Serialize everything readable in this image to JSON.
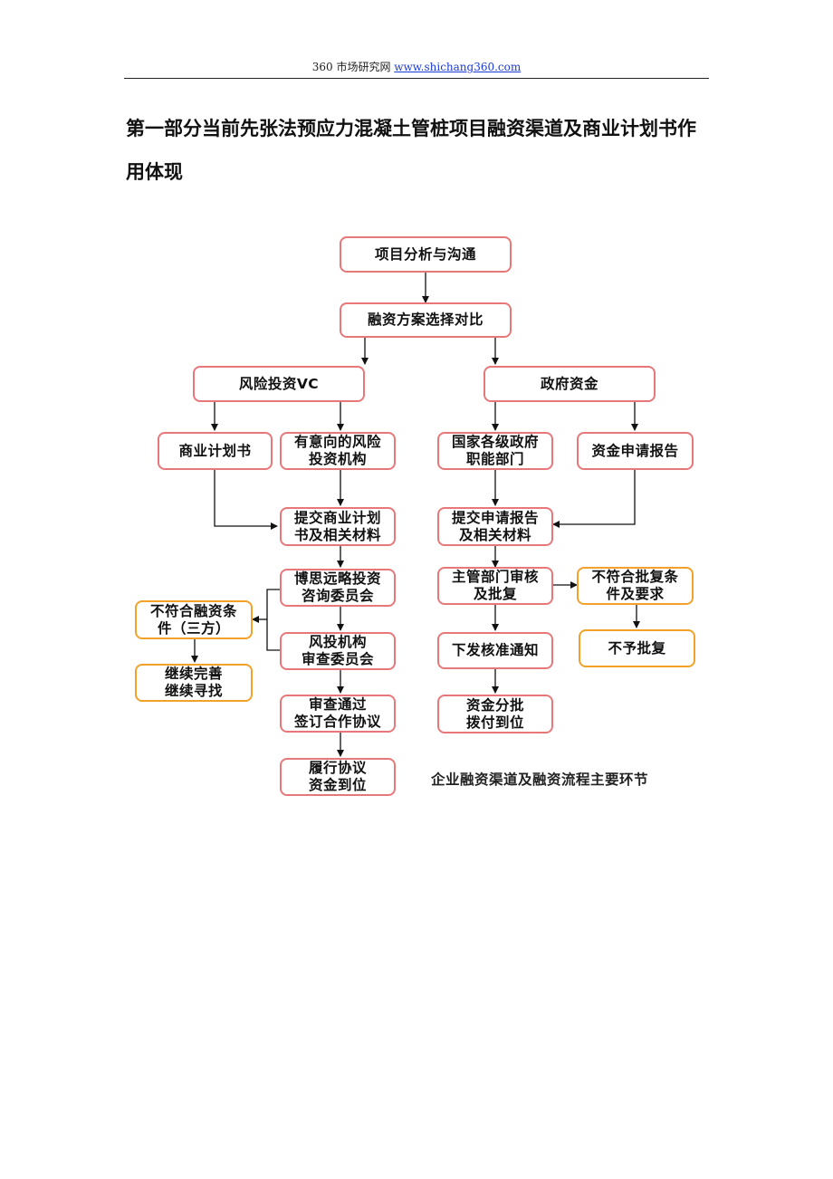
{
  "header": {
    "site_text": "360 市场研究网 ",
    "site_link": "www.shichang360.com"
  },
  "title": "第一部分当前先张法预应力混凝土管桩项目融资渠道及商业计划书作用体现",
  "flowchart": {
    "caption": "企业融资渠道及融资流程主要环节",
    "nodes": {
      "analysis": "项目分析与沟通",
      "compare": "融资方案选择对比",
      "vc": "风险投资VC",
      "gov": "政府资金",
      "bizplan": "商业计划书",
      "interested": "有意向的风险\n投资机构",
      "govdept": "国家各级政府\n职能部门",
      "apply_report": "资金申请报告",
      "submit_plan": "提交商业计划\n书及相关材料",
      "submit_report": "提交申请报告\n及相关材料",
      "consult": "博思远略投资\n咨询委员会",
      "reject_fin": "不符合融资条\n件（三方）",
      "review_app": "主管部门审核\n及批复",
      "reject_app": "不符合批复条\n件及要求",
      "vc_review": "风投机构\n审查委员会",
      "improve": "继续完善\n继续寻找",
      "notice": "下发核准通知",
      "deny": "不予批复",
      "sign": "审查通过\n签订合作协议",
      "fund_batch": "资金分批\n拨付到位",
      "perform": "履行协议\n资金到位"
    }
  }
}
